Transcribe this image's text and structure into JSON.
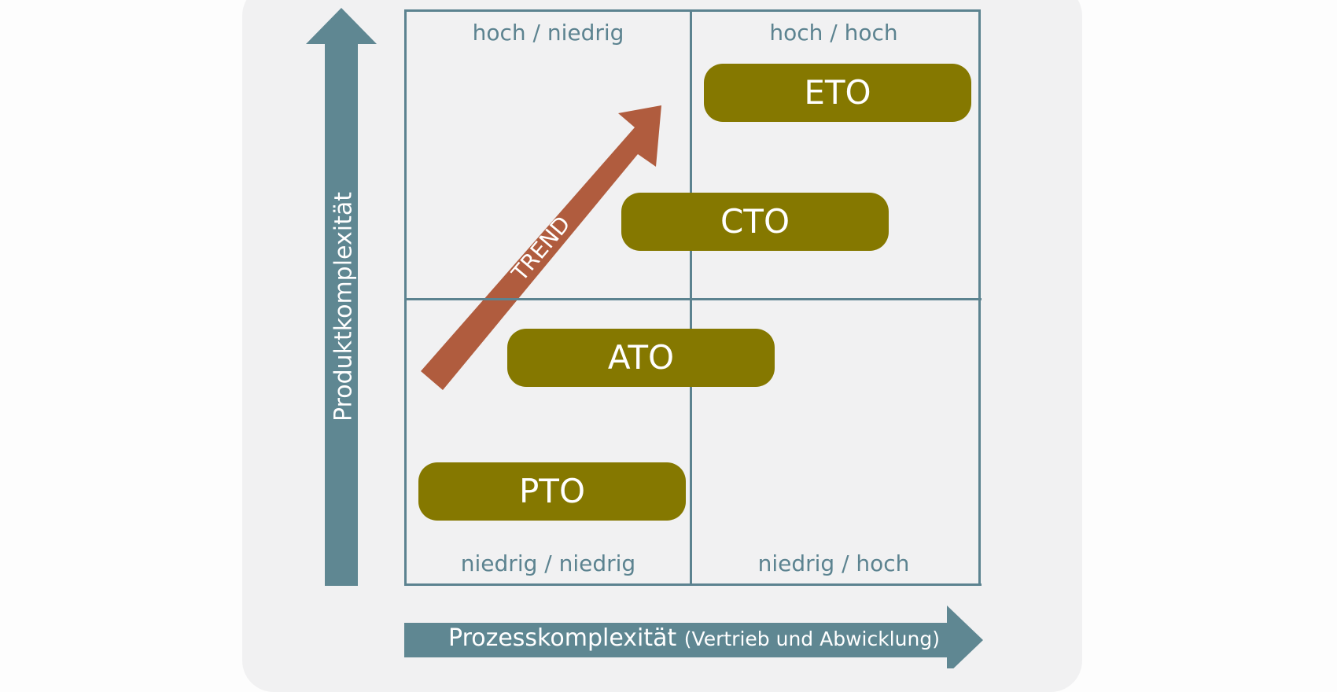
{
  "quadrants": {
    "top_left": "hoch / niedrig",
    "top_right": "hoch / hoch",
    "bottom_left": "niedrig / niedrig",
    "bottom_right": "niedrig / hoch"
  },
  "items": {
    "eto": "ETO",
    "cto": "CTO",
    "ato": "ATO",
    "pto": "PTO"
  },
  "trend_label": "TREND",
  "axes": {
    "y_label": "Produktkomplexität",
    "x_label_main": "Prozesskomplexität",
    "x_label_sub": "(Vertrieb und Abwicklung)"
  },
  "colors": {
    "axis": "#5f8792",
    "grid": "#5c8390",
    "pill": "#857800",
    "trend": "#b05c3e",
    "panel": "#f1f1f2"
  }
}
